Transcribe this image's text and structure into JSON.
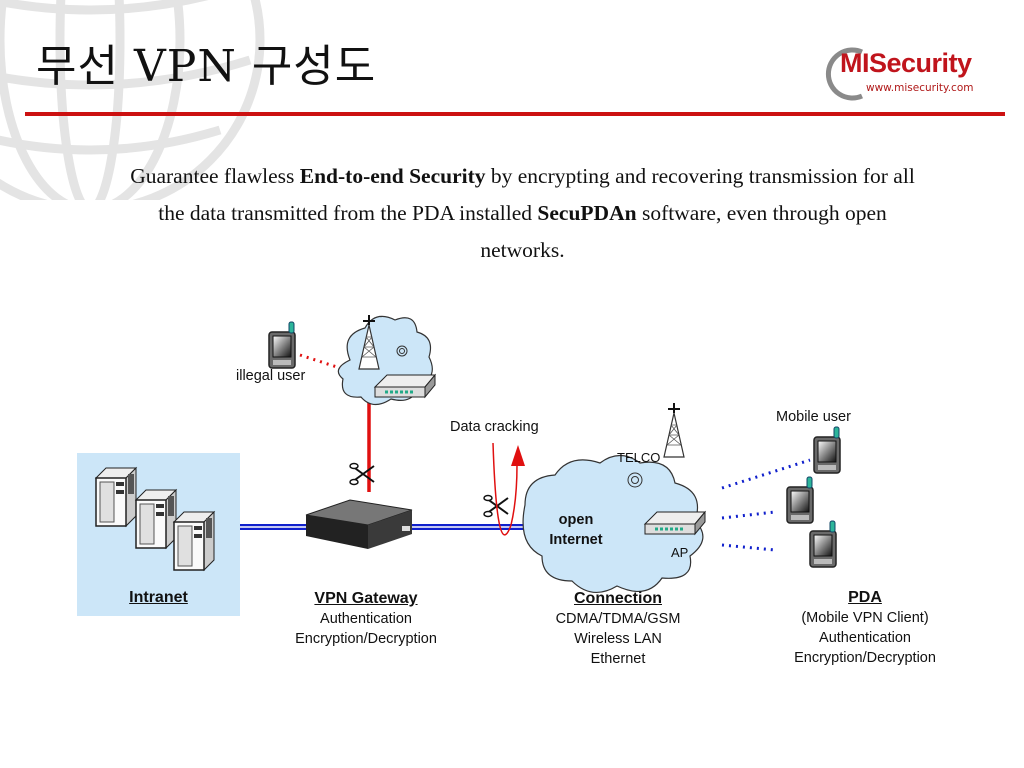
{
  "slide": {
    "title": "무선 VPN 구성도",
    "logo": {
      "brand": "MISecurity",
      "url": "www.misecurity.com",
      "brand_color": "#c0141c"
    },
    "accent_color": "#cc1111",
    "intro": {
      "part1": "Guarantee flawless ",
      "bold1": "End-to-end Security",
      "part2": " by encrypting and recovering transmission for all the data transmitted from the PDA installed ",
      "bold2": "SecuPDAn",
      "part3": " software, even through open networks."
    }
  },
  "diagram": {
    "nodes": {
      "illegal_user": "illegal user",
      "data_cracking": "Data cracking",
      "mobile_user": "Mobile user",
      "telco": "TELCO",
      "ap": "AP",
      "open_internet_line1": "open",
      "open_internet_line2": "Internet",
      "intranet": "Intranet"
    },
    "captions": {
      "vpn_gateway": {
        "title": "VPN Gateway",
        "lines": [
          "Authentication",
          "Encryption/Decryption"
        ]
      },
      "connection": {
        "title": "Connection",
        "lines": [
          "CDMA/TDMA/GSM",
          "Wireless LAN",
          "Ethernet"
        ]
      },
      "pda": {
        "title": "PDA",
        "lines": [
          "(Mobile VPN Client)",
          "Authentication",
          "Encryption/Decryption"
        ]
      }
    },
    "colors": {
      "cloud_fill": "#cce6f8",
      "link_blue": "#1020cc",
      "attack_red": "#e01010",
      "intranet_bg": "#cce6f8"
    }
  }
}
